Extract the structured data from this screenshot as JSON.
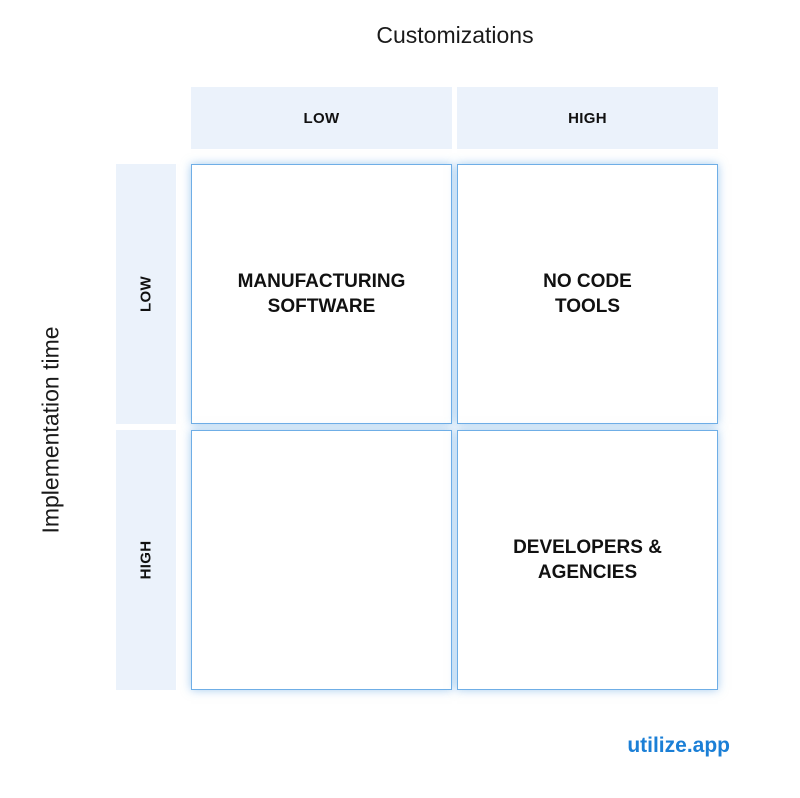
{
  "x_axis": {
    "title": "Customizations",
    "columns": [
      "LOW",
      "HIGH"
    ]
  },
  "y_axis": {
    "title": "Implementation time",
    "rows": [
      "LOW",
      "HIGH"
    ]
  },
  "quadrants": {
    "low_low": "MANUFACTURING\nSOFTWARE",
    "low_high": "NO CODE\nTOOLS",
    "high_low": "",
    "high_high": "DEVELOPERS &\nAGENCIES"
  },
  "brand": "utilize.app",
  "colors": {
    "header_bg": "#ebf2fb",
    "cell_border": "#6faee6",
    "brand": "#1b7fd6"
  }
}
